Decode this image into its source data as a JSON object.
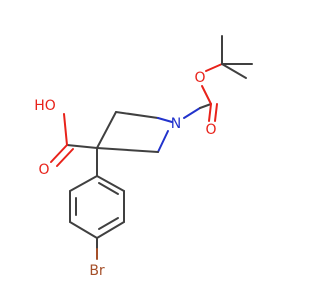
{
  "molecule": {
    "atoms": {
      "hydroxyl": "HO",
      "nitrogen": "N",
      "carbonyl_oxygen_acid": "O",
      "carbonyl_oxygen_boc": "O",
      "ester_oxygen_boc": "O",
      "bromine": "Br"
    },
    "colors": {
      "bond": "#404040",
      "oxygen": "#e8221a",
      "nitrogen": "#2233cc",
      "bromine": "#a5502a"
    }
  }
}
